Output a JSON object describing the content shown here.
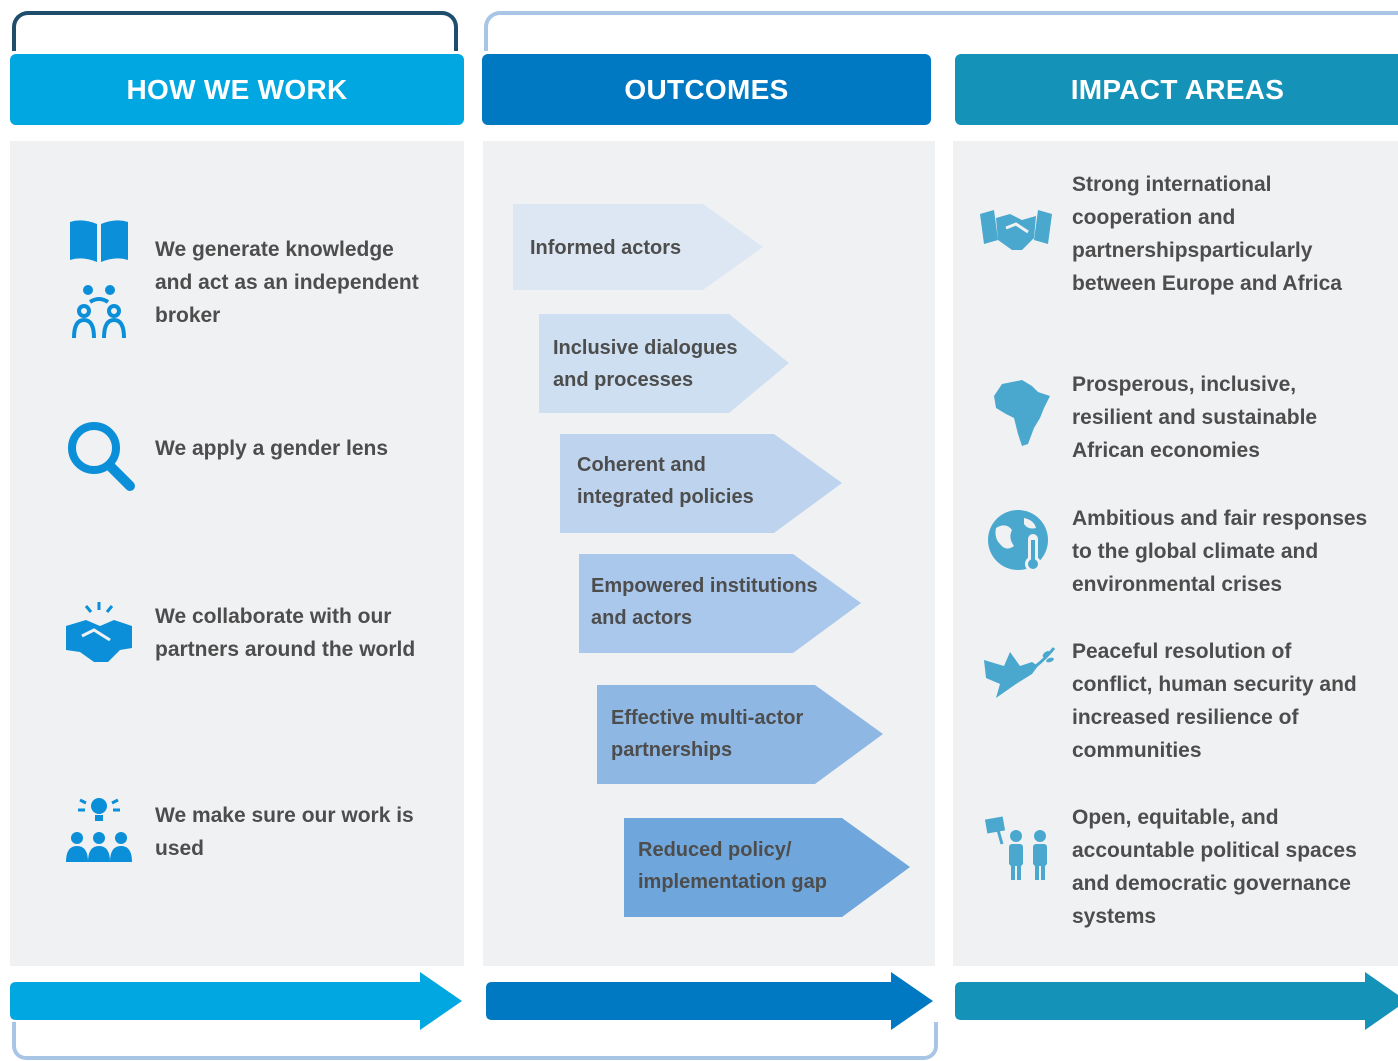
{
  "columns": {
    "how_we_work": "HOW WE WORK",
    "outcomes": "OUTCOMES",
    "impact_areas": "IMPACT AREAS"
  },
  "how_we_work_items": [
    {
      "text": "We generate knowledge and act as an independent broker",
      "icon": "book-and-people-icon"
    },
    {
      "text": "We apply a gender lens",
      "icon": "magnifier-icon"
    },
    {
      "text": "We collaborate with our partners around the world",
      "icon": "handshake-icon"
    },
    {
      "text": "We make sure our work is used",
      "icon": "lightbulb-people-icon"
    }
  ],
  "outcomes_items": [
    {
      "line1": "Informed actors",
      "line2": ""
    },
    {
      "line1": "Inclusive dialogues",
      "line2": "and processes"
    },
    {
      "line1": "Coherent and",
      "line2": "integrated policies"
    },
    {
      "line1": "Empowered institutions",
      "line2": "and actors"
    },
    {
      "line1": "Effective multi-actor",
      "line2": "partnerships"
    },
    {
      "line1": "Reduced policy/",
      "line2": "implementation gap"
    }
  ],
  "impact_items": [
    {
      "text": "Strong international cooperation and partnershipsparticularly between Europe and Africa",
      "icon": "handshake-icon"
    },
    {
      "text": "Prosperous, inclusive, resilient and sustainable African economies",
      "icon": "africa-map-icon"
    },
    {
      "text": "Ambitious and fair responses to the global climate and environmental crises",
      "icon": "globe-thermometer-icon"
    },
    {
      "text": "Peaceful resolution of conflict, human security and increased resilience of communities",
      "icon": "dove-icon"
    },
    {
      "text": "Open, equitable, and accountable political spaces and democratic governance systems",
      "icon": "protest-people-icon"
    }
  ],
  "colors": {
    "how_we_work": "#00a7e1",
    "outcomes": "#0078c2",
    "impact_areas": "#1592b8",
    "panel": "#f0f1f3"
  }
}
